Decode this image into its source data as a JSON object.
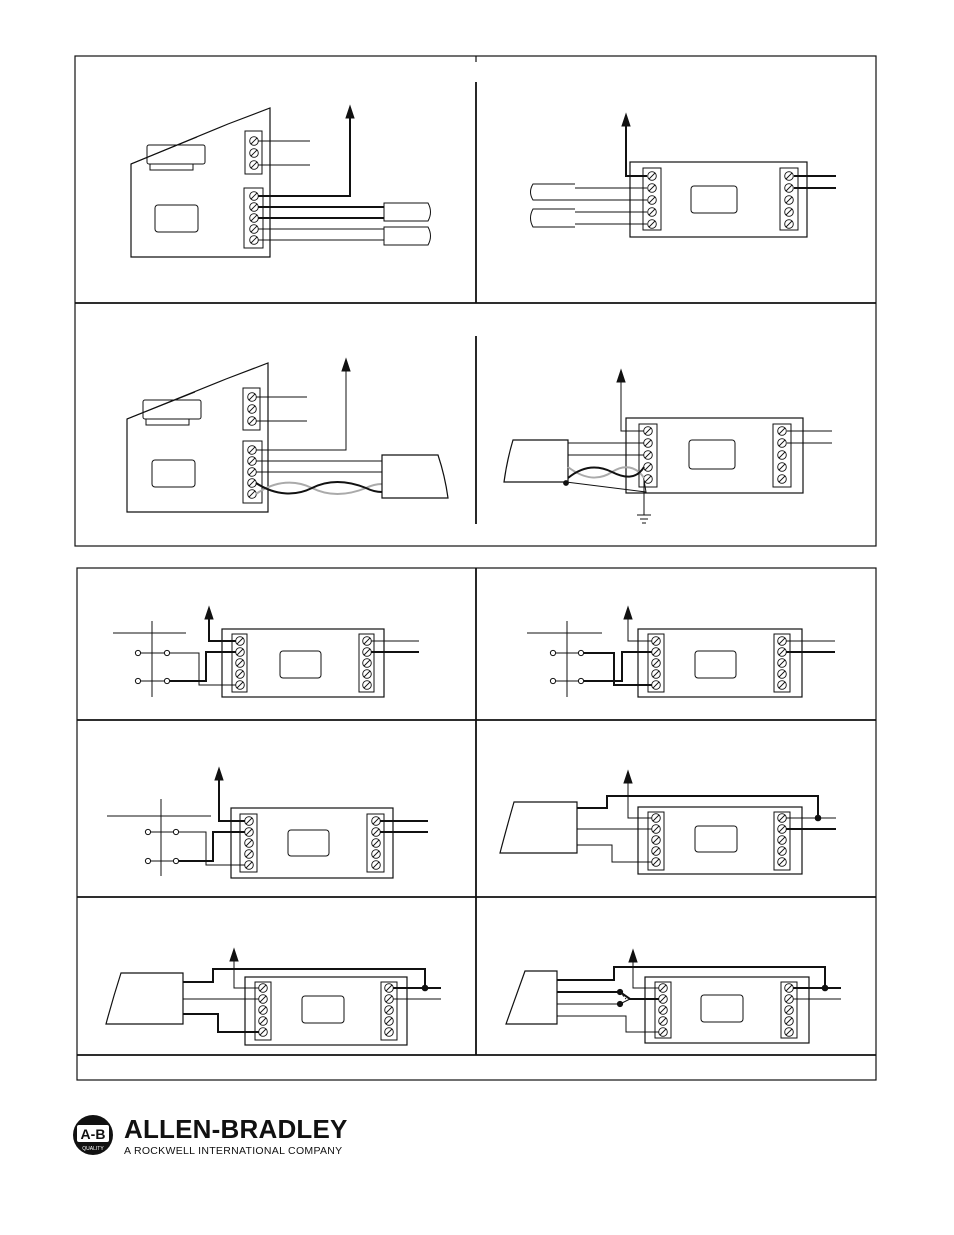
{
  "brand": {
    "badge_text": "A-B",
    "badge_subtext": "QUALITY",
    "name": "ALLEN-BRADLEY",
    "tagline": "A ROCKWELL INTERNATIONAL COMPANY"
  },
  "colors": {
    "ink": "#111111",
    "shield_gray": "#aaaaaa",
    "background": "#ffffff"
  },
  "icons": [
    "ground-symbol-icon",
    "signal-arrow-icon",
    "terminal-screw-icon",
    "splice-dot-icon"
  ]
}
